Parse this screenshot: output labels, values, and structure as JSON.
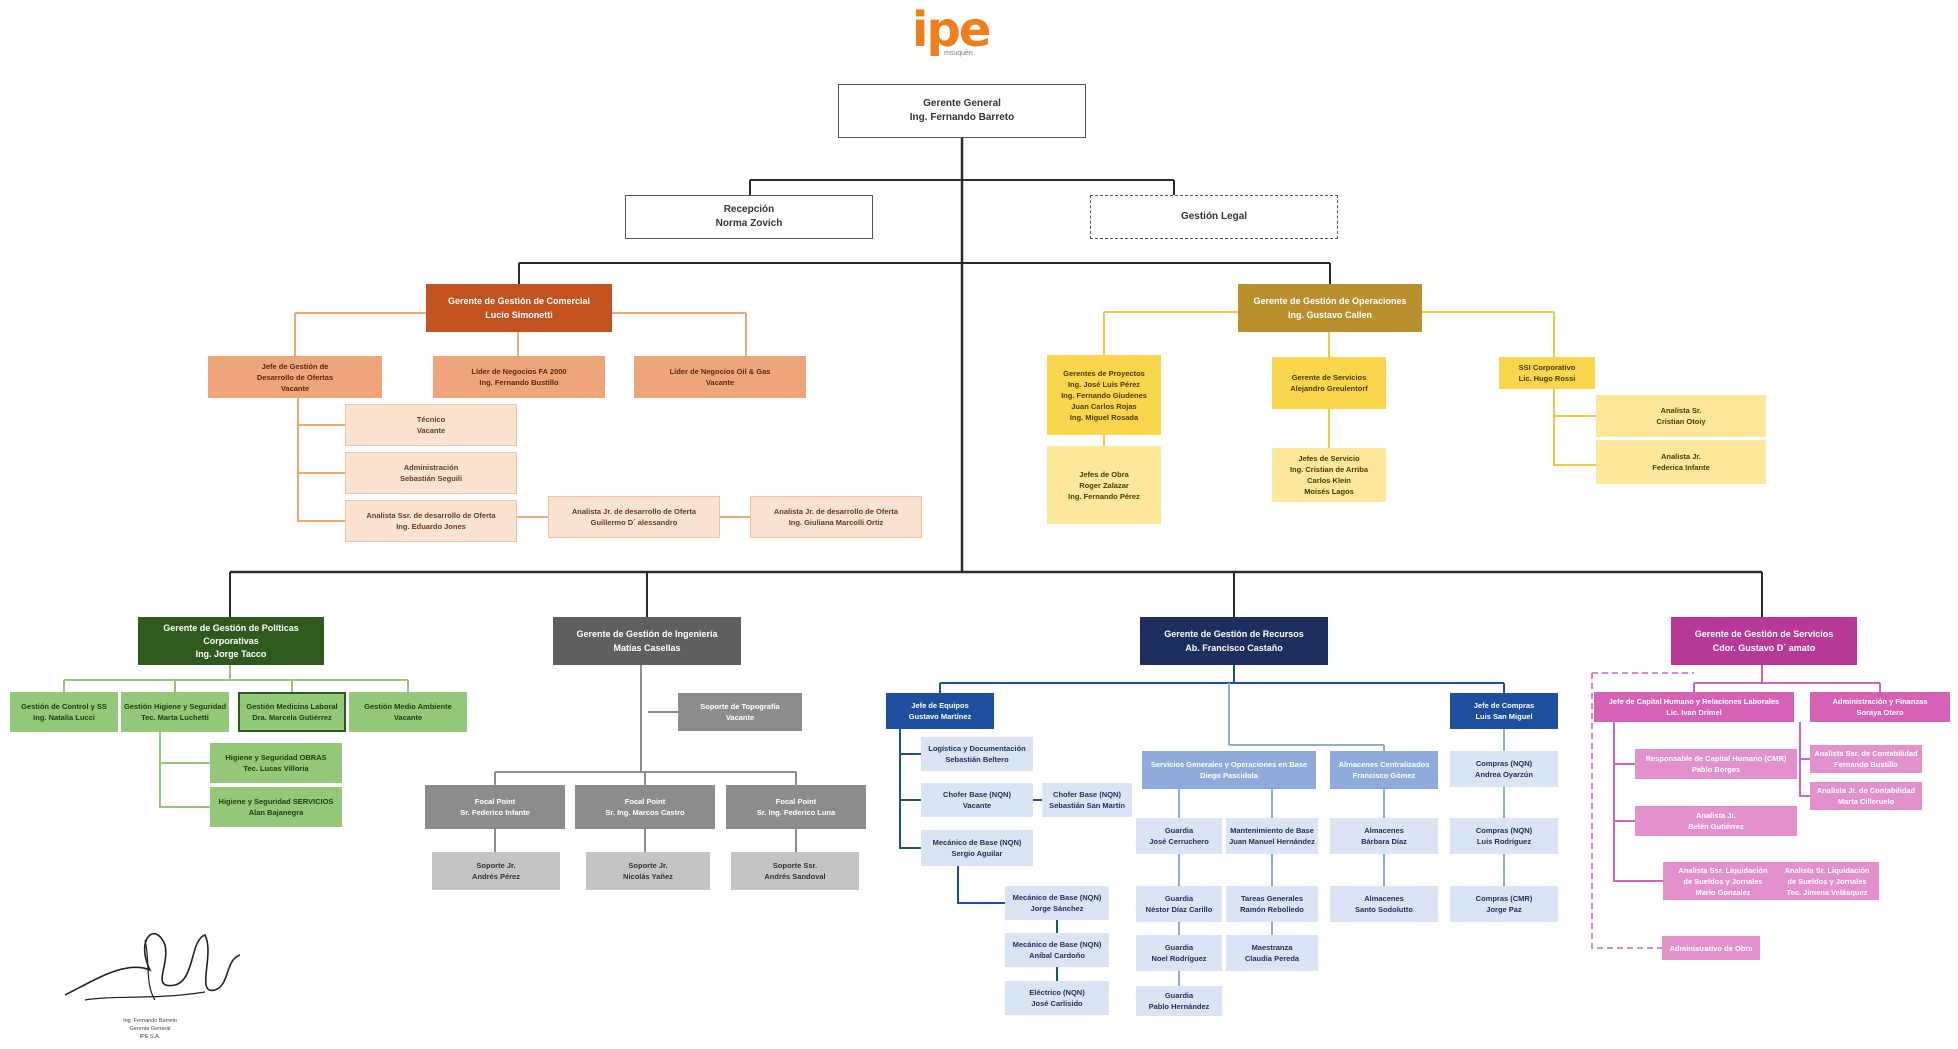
{
  "logo": {
    "wordmark": "ipe",
    "tagline": "msuquén"
  },
  "colors": {
    "line": "#2b2b2b",
    "comercial": "#c4521f",
    "comercial_line": "#f0a77a",
    "operaciones": "#b9902d",
    "operaciones_line": "#f5c842",
    "politicas": "#2f5a1e",
    "politicas_line": "#93c878",
    "ingenieria": "#5f5f5f",
    "ingenieria_line": "#8c8c8c",
    "recursos": "#1c2f5e",
    "recursos_line": "#1e4e9e",
    "servicios": "#b63a95",
    "servicios_line": "#d562b4"
  },
  "nodes": [
    {
      "id": "gg",
      "kind": "k-top",
      "lines": [
        "Gerente General",
        "Ing. Fernando Barreto"
      ]
    },
    {
      "id": "recep",
      "kind": "k-top",
      "lines": [
        "Recepción",
        "Norma Zovich"
      ]
    },
    {
      "id": "legal",
      "kind": "k-dash",
      "lines": [
        "Gestión Legal"
      ]
    },
    {
      "id": "com",
      "kind": "k-com",
      "lines": [
        "Gerente de Gestión de Comercial",
        "Lucio Simonetti"
      ]
    },
    {
      "id": "com_jefe",
      "kind": "k-com2",
      "lines": [
        "Jefe de Gestión de",
        "Desarrollo de Ofertas",
        "Vacante"
      ]
    },
    {
      "id": "com_oilgas",
      "kind": "k-com2",
      "lines": [
        "Líder de Negocios FA 2000",
        "Ing. Fernando Bustillo"
      ]
    },
    {
      "id": "com_lider2",
      "kind": "k-com2",
      "lines": [
        "Líder de Negocios Oil & Gas",
        "Vacante"
      ]
    },
    {
      "id": "com_tecnico",
      "kind": "k-com3",
      "lines": [
        "Técnico",
        "Vacante"
      ]
    },
    {
      "id": "com_admin",
      "kind": "k-com3",
      "lines": [
        "Administración",
        "Sebastián Seguili"
      ]
    },
    {
      "id": "com_anal_ssr",
      "kind": "k-com3",
      "lines": [
        "Analista Ssr. de desarrollo de Oferta",
        "Ing. Eduardo Jones"
      ]
    },
    {
      "id": "com_anal_jr",
      "kind": "k-com3",
      "lines": [
        "Analista Jr. de desarrollo de Oferta",
        "Guillermo D´ alessandro"
      ]
    },
    {
      "id": "com_anal_jr2",
      "kind": "k-com3",
      "lines": [
        "Analista Jr. de desarrollo de Oferta",
        "Ing. Giuliana Marcolli Ortiz"
      ]
    },
    {
      "id": "ops",
      "kind": "k-ops",
      "lines": [
        "Gerente de Gestión de Operaciones",
        "Ing. Gustavo Callen"
      ]
    },
    {
      "id": "ops_proy",
      "kind": "k-ops2",
      "lines": [
        "Gerentes de Proyectos",
        "Ing. José Luis Pérez",
        "Ing. Fernando Giudenes",
        "Juan Carlos Rojas",
        "Ing. Miguel Rosada"
      ]
    },
    {
      "id": "ops_jefes_obra",
      "kind": "k-ops3",
      "lines": [
        "Jefes de Obra",
        "Roger Zalazar",
        "Ing. Fernando Pérez"
      ]
    },
    {
      "id": "ops_serv",
      "kind": "k-ops2",
      "lines": [
        "Gerente de Servicios",
        "Alejandro Greulentorf"
      ]
    },
    {
      "id": "ops_jefe_serv",
      "kind": "k-ops3",
      "lines": [
        "Jefes de Servicio",
        "Ing. Cristian de Arriba",
        "Carlos Klein",
        "Moisés Lagos"
      ]
    },
    {
      "id": "ops_ssc",
      "kind": "k-ops2",
      "lines": [
        "SSI Corporativo",
        "Lic. Hugo Rossi"
      ]
    },
    {
      "id": "ops_anal_sr",
      "kind": "k-ops3",
      "lines": [
        "Analista Sr.",
        "Cristian Otoiy"
      ]
    },
    {
      "id": "ops_anal_jr",
      "kind": "k-ops3",
      "lines": [
        "Analista Jr.",
        "Federica Infante"
      ]
    },
    {
      "id": "pol",
      "kind": "k-pol",
      "lines": [
        "Gerente de Gestión de Políticas",
        "Corporativas",
        "Ing. Jorge Tacco"
      ]
    },
    {
      "id": "pol_cal",
      "kind": "k-pol2",
      "lines": [
        "Gestión de Control y SS",
        "Ing. Natalia Lucci"
      ]
    },
    {
      "id": "pol_hig",
      "kind": "k-pol2",
      "lines": [
        "Gestión Higiene y Seguridad",
        "Tec. Marta Luchetti"
      ]
    },
    {
      "id": "pol_med",
      "kind": "k-pol2b",
      "lines": [
        "Gestión Medicina Laboral",
        "Dra. Marcela Gutiérrez"
      ]
    },
    {
      "id": "pol_amb",
      "kind": "k-pol2",
      "lines": [
        "Gestión Medio Ambiente",
        "Vacante"
      ]
    },
    {
      "id": "pol_hig_obr",
      "kind": "k-pol2",
      "lines": [
        "Higiene y Seguridad OBRAS",
        "Tec. Lucas Villoria"
      ]
    },
    {
      "id": "pol_hig_serv",
      "kind": "k-pol2",
      "lines": [
        "Higiene y Seguridad SERVICIOS",
        "Alan Bajanegra"
      ]
    },
    {
      "id": "ing",
      "kind": "k-ing",
      "lines": [
        "Gerente de Gestión de Ingeniería",
        "Matías Casellas"
      ]
    },
    {
      "id": "ing_topo",
      "kind": "k-ing2",
      "lines": [
        "Soporte de Topografía",
        "Vacante"
      ]
    },
    {
      "id": "ing_fp1",
      "kind": "k-ing2",
      "lines": [
        "Focal Point",
        "Sr. Federico Infante"
      ]
    },
    {
      "id": "ing_fp2",
      "kind": "k-ing2",
      "lines": [
        "Focal Point",
        "Sr. Ing. Marcos Castro"
      ]
    },
    {
      "id": "ing_fp3",
      "kind": "k-ing2",
      "lines": [
        "Focal Point",
        "Sr. Ing. Federico Luna"
      ]
    },
    {
      "id": "ing_sop1",
      "kind": "k-ing3",
      "lines": [
        "Soporte Jr.",
        "Andrés Pérez"
      ]
    },
    {
      "id": "ing_sop2",
      "kind": "k-ing3",
      "lines": [
        "Soporte Jr.",
        "Nicolás Yañez"
      ]
    },
    {
      "id": "ing_sop3",
      "kind": "k-ing3",
      "lines": [
        "Soporte Ssr.",
        "Andrés Sandoval"
      ]
    },
    {
      "id": "rec",
      "kind": "k-rec",
      "lines": [
        "Gerente de Gestión de Recursos",
        "Ab. Francisco Castaño"
      ]
    },
    {
      "id": "rec_equipos",
      "kind": "k-rec2",
      "lines": [
        "Jefe de Equipos",
        "Gustavo Martínez"
      ]
    },
    {
      "id": "rec_compras",
      "kind": "k-rec2",
      "lines": [
        "Jefe de Compras",
        "Luis San Miguel"
      ]
    },
    {
      "id": "rec_log",
      "kind": "k-rec4",
      "lines": [
        "Logística y Documentación",
        "Sebastián Beltero"
      ]
    },
    {
      "id": "rec_chofer1",
      "kind": "k-rec4",
      "lines": [
        "Chofer Base (NQN)",
        "Vacante"
      ]
    },
    {
      "id": "rec_chofer2",
      "kind": "k-rec4",
      "lines": [
        "Chofer Base (NQN)",
        "Sebastián San Martín"
      ]
    },
    {
      "id": "rec_mec_sup",
      "kind": "k-rec4",
      "lines": [
        "Mecánico de Base (NQN)",
        "Sergio Aguilar"
      ]
    },
    {
      "id": "rec_mec1",
      "kind": "k-rec4",
      "lines": [
        "Mecánico de Base (NQN)",
        "Jorge Sánchez"
      ]
    },
    {
      "id": "rec_mec2",
      "kind": "k-rec4",
      "lines": [
        "Mecánico de Base (NQN)",
        "Aníbal Cardoño"
      ]
    },
    {
      "id": "rec_elec",
      "kind": "k-rec4",
      "lines": [
        "Eléctrico (NQN)",
        "José Carlisido"
      ]
    },
    {
      "id": "rec_sg",
      "kind": "k-rec3",
      "lines": [
        "Servicios Generales y Operaciones en Base",
        "Diego Pascidola"
      ]
    },
    {
      "id": "rec_alm_c",
      "kind": "k-rec3",
      "lines": [
        "Almacenes Centralizados",
        "Francisco Gómez"
      ]
    },
    {
      "id": "rec_guardia1",
      "kind": "k-rec4",
      "lines": [
        "Guardia",
        "José Cerruchero"
      ]
    },
    {
      "id": "rec_mant",
      "kind": "k-rec4",
      "lines": [
        "Mantenimiento de Base",
        "Juan Manuel Hernández"
      ]
    },
    {
      "id": "rec_guardia2",
      "kind": "k-rec4",
      "lines": [
        "Guardia",
        "Néstor Díaz Carillo"
      ]
    },
    {
      "id": "rec_tareas",
      "kind": "k-rec4",
      "lines": [
        "Tareas Generales",
        "Ramón Rebolledo"
      ]
    },
    {
      "id": "rec_guardia3",
      "kind": "k-rec4",
      "lines": [
        "Guardia",
        "Noel Rodríguez"
      ]
    },
    {
      "id": "rec_maestr",
      "kind": "k-rec4",
      "lines": [
        "Maestranza",
        "Claudia Pereda"
      ]
    },
    {
      "id": "rec_guardia4",
      "kind": "k-rec4",
      "lines": [
        "Guardia",
        "Pablo Hernández"
      ]
    },
    {
      "id": "rec_alm1",
      "kind": "k-rec4",
      "lines": [
        "Almacenes",
        "Bárbara Díaz"
      ]
    },
    {
      "id": "rec_alm2",
      "kind": "k-rec4",
      "lines": [
        "Almacenes",
        "Santo Sodolutto"
      ]
    },
    {
      "id": "rec_comp1",
      "kind": "k-rec4",
      "lines": [
        "Compras (NQN)",
        "Andrea Oyarzún"
      ]
    },
    {
      "id": "rec_comp2",
      "kind": "k-rec4",
      "lines": [
        "Compras (NQN)",
        "Luis Rodríguez"
      ]
    },
    {
      "id": "rec_comp3",
      "kind": "k-rec4",
      "lines": [
        "Compras (CMR)",
        "Jorge Paz"
      ]
    },
    {
      "id": "ser",
      "kind": "k-ser",
      "lines": [
        "Gerente de Gestión de Servicios",
        "Cdor. Gustavo D´ amato"
      ]
    },
    {
      "id": "ser_ch",
      "kind": "k-ser2",
      "lines": [
        "Jefe de Capital Humano y Relaciones Laborales",
        "Lic. Ivan Drimel"
      ]
    },
    {
      "id": "ser_adm",
      "kind": "k-ser2",
      "lines": [
        "Administración y Finanzas",
        "Soraya Otero"
      ]
    },
    {
      "id": "ser_resp_ch",
      "kind": "k-ser3",
      "lines": [
        "Responsable de Capital Humano (CMR)",
        "Pablo Borges"
      ]
    },
    {
      "id": "ser_anal_jr",
      "kind": "k-ser3",
      "lines": [
        "Analista Jr.",
        "Belén Gutiérrez"
      ]
    },
    {
      "id": "ser_liq_ssr",
      "kind": "k-ser3",
      "lines": [
        "Analista Ssr. Liquidación",
        "de Sueldos y Jornales",
        "Mario Gonzalez"
      ]
    },
    {
      "id": "ser_liq_sr",
      "kind": "k-ser3",
      "lines": [
        "Analista Sr. Liquidación",
        "de Sueldos y Jornales",
        "Tec. Jimena Velásquez"
      ]
    },
    {
      "id": "ser_cont_ssr",
      "kind": "k-ser3",
      "lines": [
        "Analista Ssr. de Contabilidad",
        "Fernando Bustillo"
      ]
    },
    {
      "id": "ser_cont_jr",
      "kind": "k-ser3",
      "lines": [
        "Analista Jr. de Contabilidad",
        "Marta Cilleruelo"
      ]
    },
    {
      "id": "ser_adm_obra",
      "kind": "k-ser3",
      "lines": [
        "Administrativo de Obra"
      ]
    }
  ],
  "signature": {
    "name": "Ing. Fernando Barreto",
    "role": "Gerente General",
    "company": "IPE S.A."
  }
}
